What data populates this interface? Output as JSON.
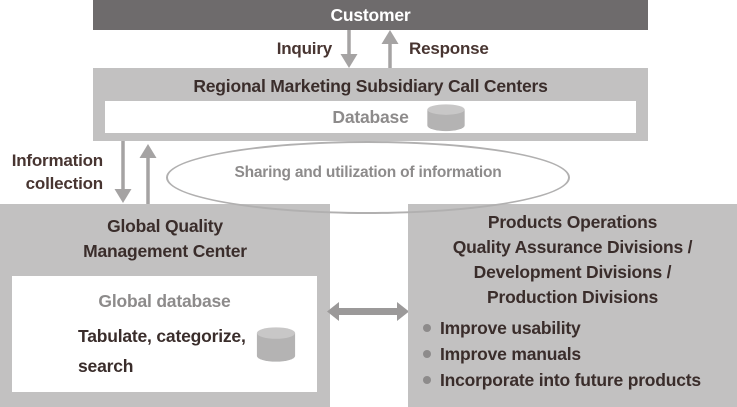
{
  "colors": {
    "canvas-bg": "#ffffff",
    "dark-bar": "#6e6b6c",
    "light-box": "#c2c1c1",
    "white-box": "#ffffff",
    "dark-text": "#3a2d2b",
    "flow-label-text": "#483531",
    "gray-text": "#8d8b8b",
    "arrow-gray": "#a5a3a3",
    "hub-arrow-gray": "#9b9999",
    "ellipse-stroke": "#b1b0b0",
    "cylinder-body": "#b4b3b3",
    "cylinder-top": "#c8c7c7",
    "bullet-gray": "#8d8b8b"
  },
  "customer": {
    "label": "Customer"
  },
  "flows": {
    "inquiry_label": "Inquiry",
    "response_label": "Response",
    "information_collection_line1": "Information",
    "information_collection_line2": "collection",
    "sharing_label": "Sharing and utilization of information"
  },
  "call_center": {
    "title": "Regional Marketing Subsidiary Call Centers",
    "database_label": "Database"
  },
  "global_center": {
    "title_line1": "Global Quality",
    "title_line2": "Management Center",
    "database_title": "Global database",
    "database_line1": "Tabulate, categorize,",
    "database_line2": "search"
  },
  "products_operations": {
    "title_line1": "Products Operations",
    "title_line2": "Quality Assurance Divisions /",
    "title_line3": "Development Divisions /",
    "title_line4": "Production Divisions",
    "bullets": [
      "Improve usability",
      "Improve manuals",
      "Incorporate into future products"
    ]
  }
}
